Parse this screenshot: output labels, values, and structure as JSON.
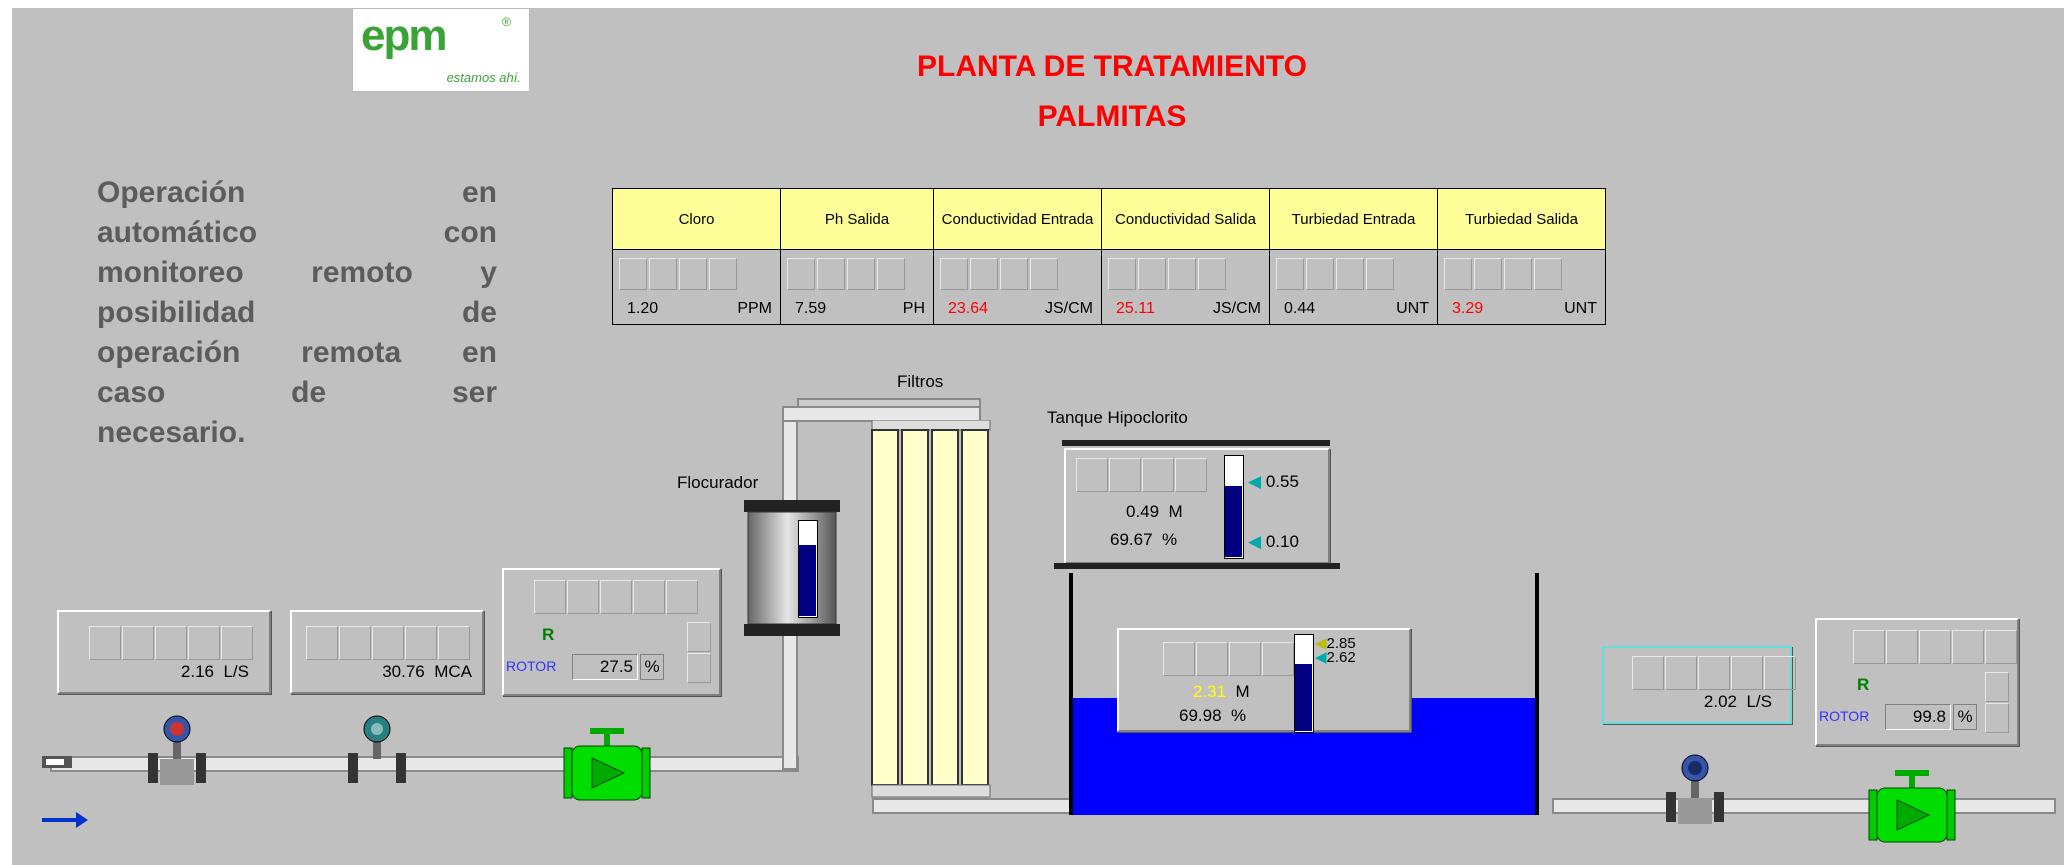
{
  "header": {
    "logo_text": "epm",
    "logo_tagline": "estamos ahí.",
    "logo_reg": "®",
    "title_line1": "PLANTA DE TRATAMIENTO",
    "title_line2": "PALMITAS"
  },
  "description": [
    "Operación en",
    "automático con",
    "monitoreo remoto y",
    "posibilidad de",
    "operación remota en",
    "caso de ser",
    "necesario."
  ],
  "quality_table": {
    "headers": [
      "Cloro",
      "Ph Salida",
      "Conductividad Entrada",
      "Conductividad Salida",
      "Turbiedad Entrada",
      "Turbiedad Salida"
    ],
    "values": [
      {
        "value": "1.20",
        "unit": "PPM",
        "color": "#000000"
      },
      {
        "value": "7.59",
        "unit": "PH",
        "color": "#000000"
      },
      {
        "value": "23.64",
        "unit": "JS/CM",
        "color": "#ff0000"
      },
      {
        "value": "25.11",
        "unit": "JS/CM",
        "color": "#ff0000"
      },
      {
        "value": "0.44",
        "unit": "UNT",
        "color": "#000000"
      },
      {
        "value": "3.29",
        "unit": "UNT",
        "color": "#ff0000"
      }
    ]
  },
  "labels": {
    "filtros": "Filtros",
    "flocurador": "Flocurador",
    "tanque_hipoclorito": "Tanque Hipoclorito"
  },
  "inlet_flow": {
    "value": "2.16",
    "unit": "L/S"
  },
  "inlet_pressure": {
    "value": "30.76",
    "unit": "MCA"
  },
  "inlet_valve": {
    "status": "R",
    "rotor_label": "ROTOR",
    "rotor_value": "27.5",
    "rotor_unit": "%"
  },
  "hypochlorite": {
    "level": "0.49",
    "level_unit": "M",
    "percent": "69.67",
    "percent_unit": "%",
    "setpoint_high": "0.55",
    "setpoint_low": "0.10",
    "fill_fraction": 0.7
  },
  "tank": {
    "level": "2.31",
    "level_unit": "M",
    "percent": "69.98",
    "percent_unit": "%",
    "setpoint_a": "2.85",
    "setpoint_b": "2.62",
    "fill_fraction": 0.7
  },
  "flocurador": {
    "fill_fraction": 0.75
  },
  "outlet_flow": {
    "value": "2.02",
    "unit": "L/S"
  },
  "outlet_valve": {
    "status": "R",
    "rotor_label": "ROTOR",
    "rotor_value": "99.8",
    "rotor_unit": "%"
  },
  "colors": {
    "background": "#c0c0c0",
    "water": "#0000ff",
    "title": "#ff0000",
    "table_header": "#ffff99",
    "valve": "#00dd00",
    "alarm_value": "#ff0000",
    "highlight_value": "#ffff00"
  }
}
